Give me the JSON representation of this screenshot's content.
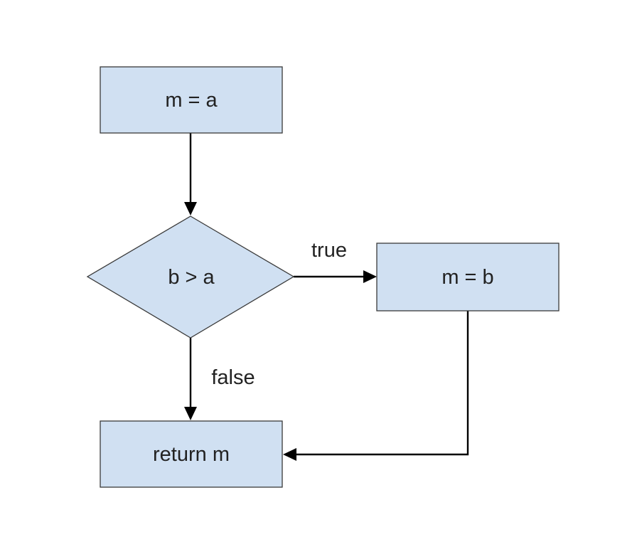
{
  "diagram": {
    "type": "flowchart",
    "nodes": [
      {
        "id": "assign-a",
        "shape": "process",
        "label": "m = a"
      },
      {
        "id": "compare",
        "shape": "decision",
        "label": "b > a"
      },
      {
        "id": "assign-b",
        "shape": "process",
        "label": "m = b"
      },
      {
        "id": "return",
        "shape": "process",
        "label": "return m"
      }
    ],
    "edges": [
      {
        "from": "assign-a",
        "to": "compare",
        "label": ""
      },
      {
        "from": "compare",
        "to": "assign-b",
        "label": "true"
      },
      {
        "from": "compare",
        "to": "return",
        "label": "false"
      },
      {
        "from": "assign-b",
        "to": "return",
        "label": ""
      }
    ],
    "colors": {
      "node_fill": "#d0e0f2",
      "node_border": "#3a3a3a",
      "edge": "#000000",
      "text": "#222222"
    }
  }
}
